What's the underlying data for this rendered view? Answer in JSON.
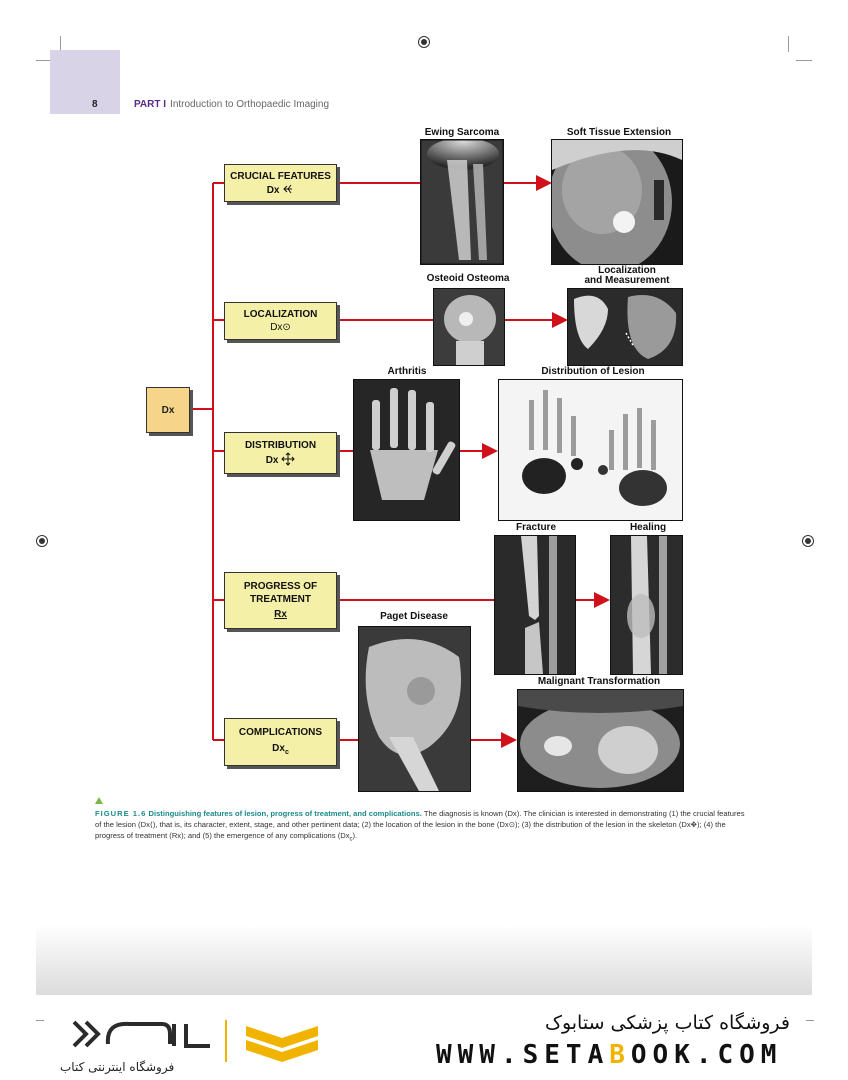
{
  "header": {
    "page_number": "8",
    "part_label": "PART I",
    "part_title": "Introduction to Orthopaedic Imaging"
  },
  "flowchart": {
    "root": "Dx",
    "branches": [
      {
        "label_line1": "CRUCIAL FEATURES",
        "label_line2": "Dx",
        "symbol": "crucial-features-symbol"
      },
      {
        "label_line1": "LOCALIZATION",
        "label_line2": "Dx⊙",
        "symbol": "localization-symbol"
      },
      {
        "label_line1": "DISTRIBUTION",
        "label_line2": "Dx",
        "symbol": "distribution-symbol"
      },
      {
        "label_line1": "PROGRESS OF",
        "label_line1b": "TREATMENT",
        "label_line2": "Rx",
        "symbol": "treatment-arrow-symbol"
      },
      {
        "label_line1": "COMPLICATIONS",
        "label_line2": "Dx",
        "subscript": "c"
      }
    ],
    "image_captions": {
      "ewing": "Ewing Sarcoma",
      "soft_tissue": "Soft Tissue Extension",
      "osteoid": "Osteoid Osteoma",
      "localization_a": "Localization",
      "localization_b": "and Measurement",
      "arthritis": "Arthritis",
      "distribution": "Distribution of Lesion",
      "fracture": "Fracture",
      "healing": "Healing",
      "paget": "Paget Disease",
      "malignant": "Malignant Transformation"
    },
    "line_color": "#d0101a",
    "box_color": "#f5f0a8",
    "root_color": "#f6d58a"
  },
  "figure_caption": {
    "label": "FIGURE 1.6",
    "title": "Distinguishing features of lesion, progress of treatment, and complications.",
    "text_1": " The diagnosis is known (Dx). The clinician is interested in demonstrating (1) the crucial features of the lesion (Dx",
    "text_2": "), that is, its character, extent, stage, and other pertinent data; (2) the location of the lesion in the bone (Dx⊙); (3) the distribution of the lesion in the skeleton (Dx",
    "text_3": "); (4) the progress of treatment (Rx); and (5) the emergence of any complications (Dx",
    "text_4": ")."
  },
  "footer": {
    "store_name": "فروشگاه کتاب پزشکی ستابوک",
    "url_pre": "WWW.SETA",
    "url_hl": "B",
    "url_post": "OOK.COM",
    "logo_subtitle": "فروشگاه اینترنتی کتاب"
  }
}
